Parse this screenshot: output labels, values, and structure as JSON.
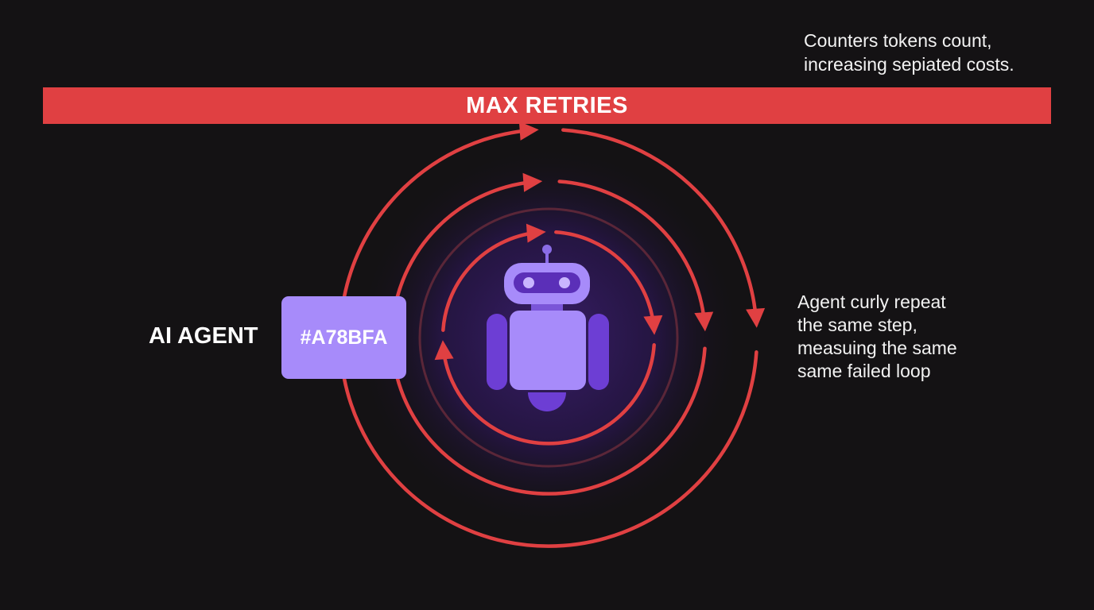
{
  "banner": {
    "label": "MAX RETRIES",
    "color": "#e04042"
  },
  "notes": {
    "top_lines": [
      "Counters tokens count,",
      "increasing sepiated costs."
    ],
    "right_lines": [
      "Agent curly repeat",
      "the same step,",
      "measuing the same",
      "same failed loop"
    ]
  },
  "agent": {
    "label": "AI AGENT",
    "swatch_label": "#A78BFA",
    "swatch_color": "#a78bfa",
    "icon": "robot-icon"
  },
  "colors": {
    "background": "#141214",
    "loop_arrows": "#e04042",
    "robot_light": "#a78bfa",
    "robot_dark": "#6d3ed4",
    "glow": "#3b1f6e"
  }
}
